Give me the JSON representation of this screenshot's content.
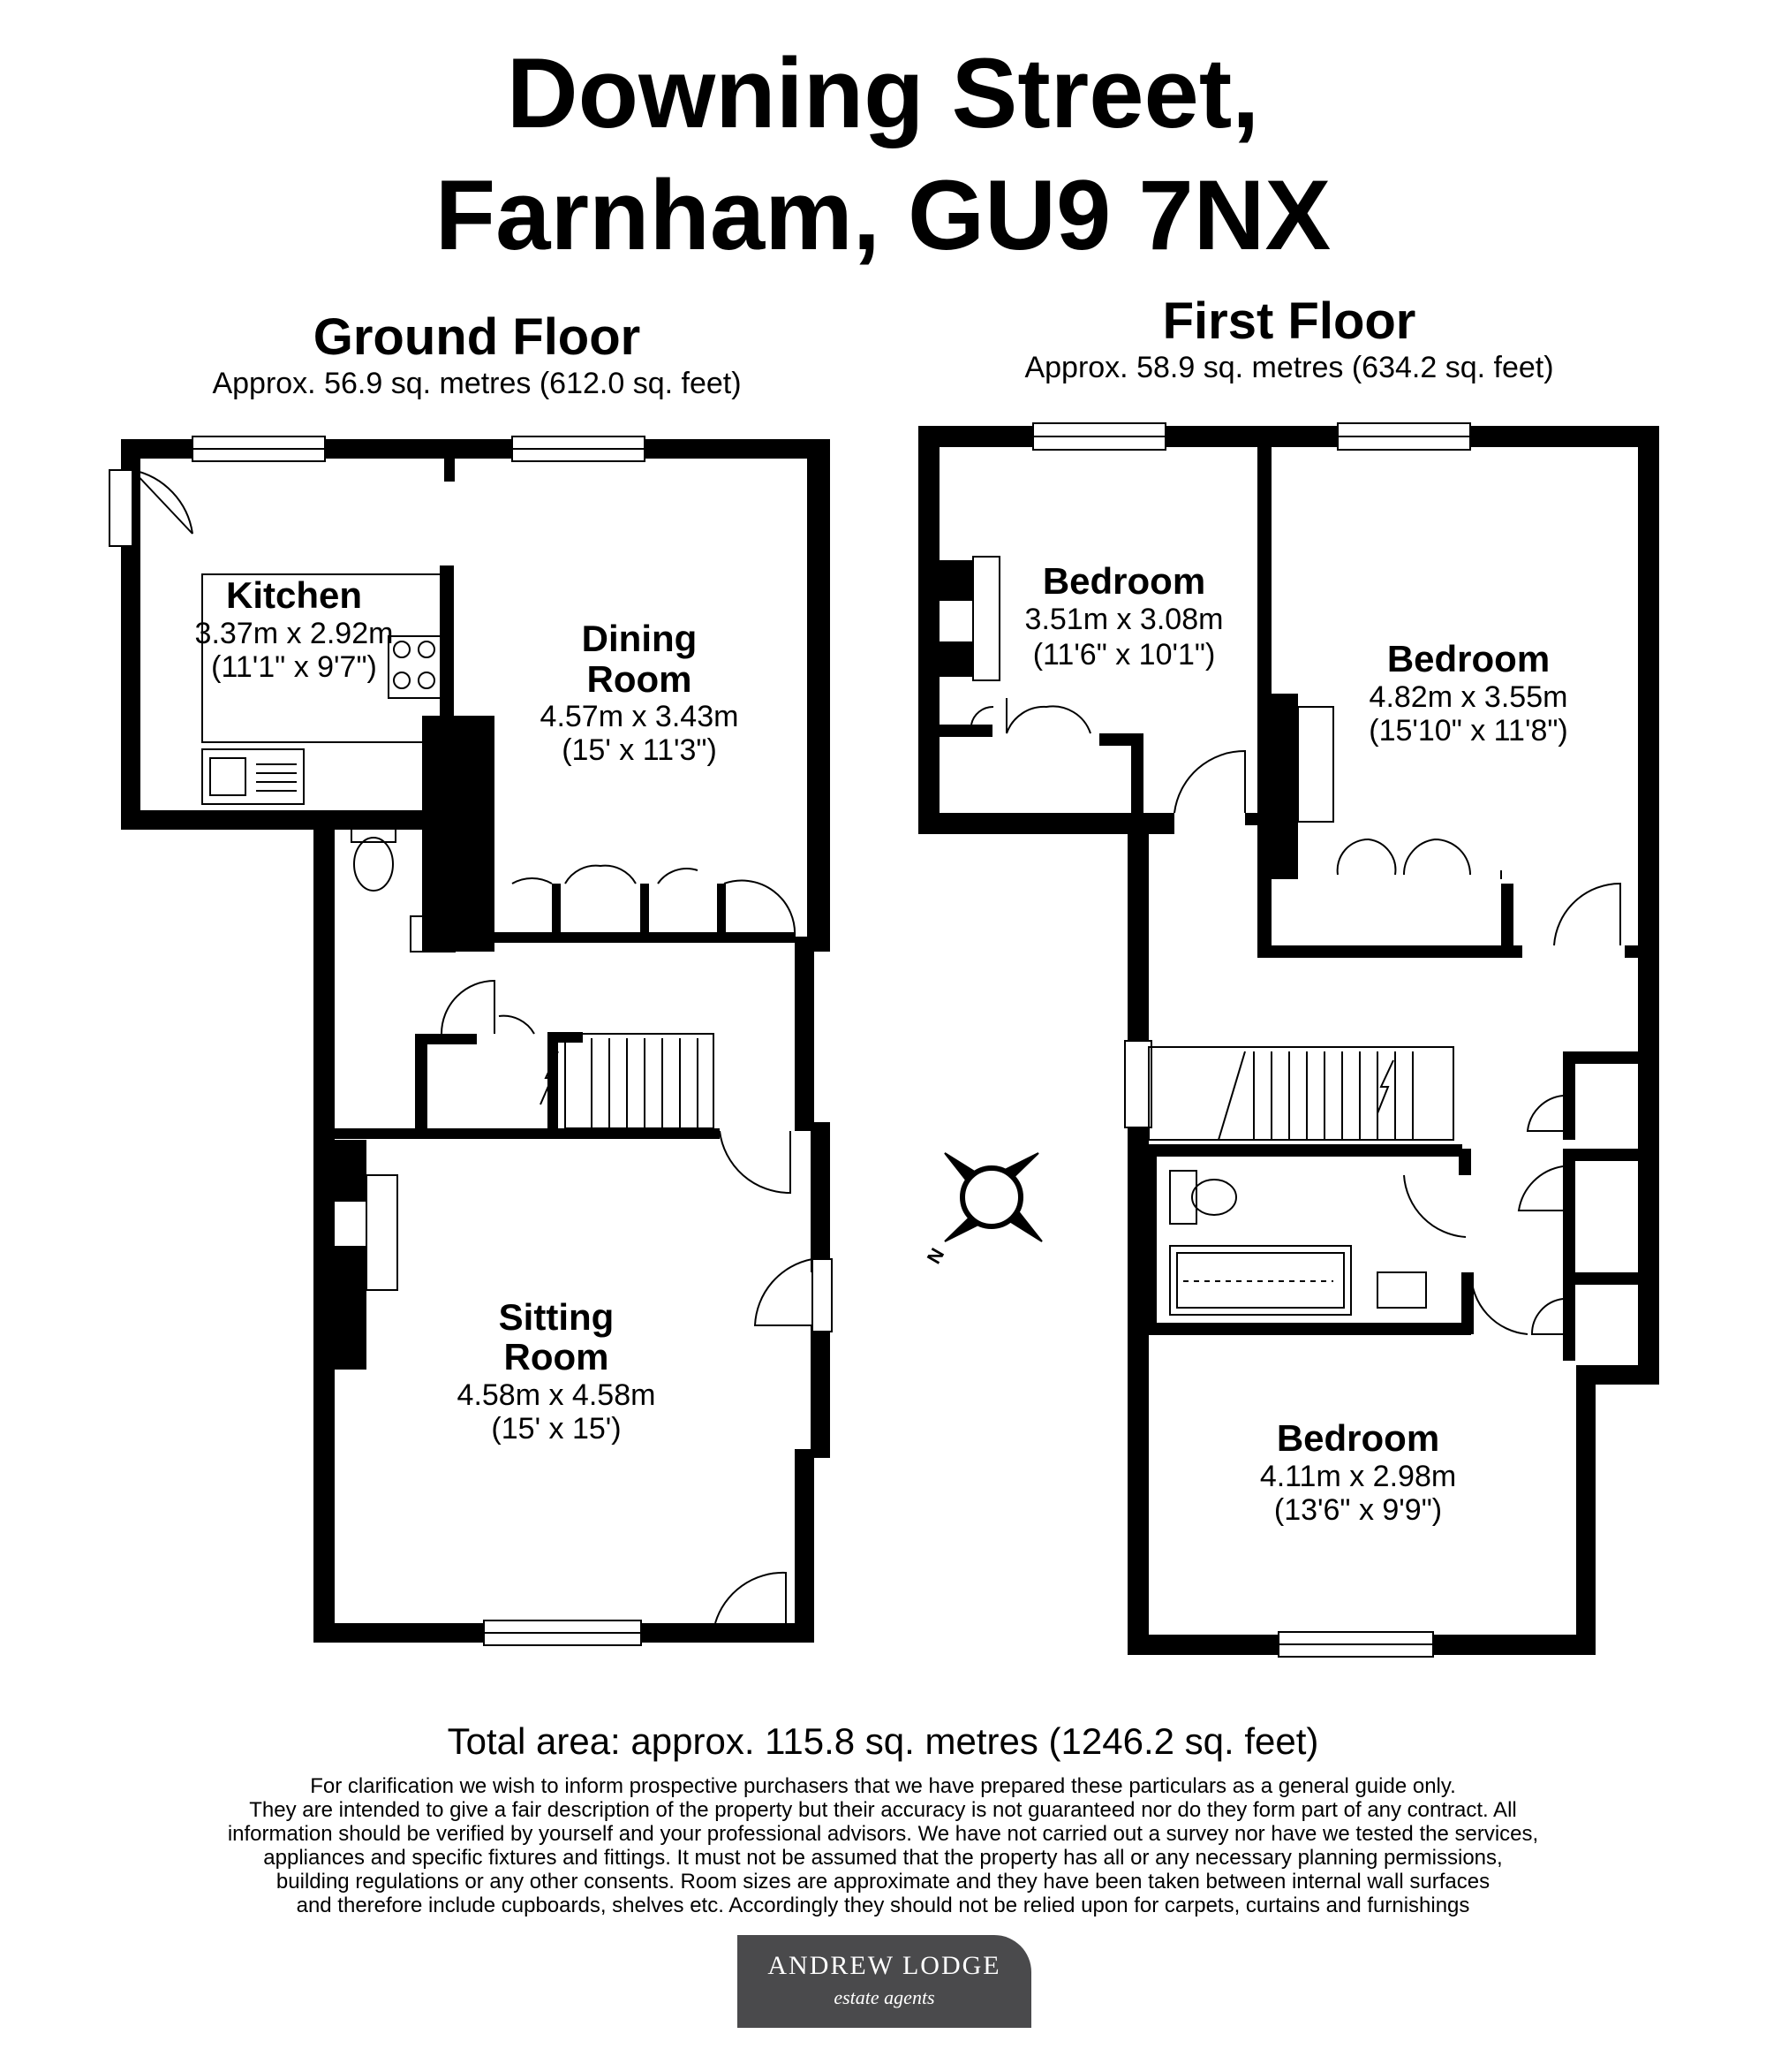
{
  "address": {
    "line1": "Downing Street,",
    "line2": "Farnham, GU9 7NX"
  },
  "ground_floor": {
    "name": "Ground Floor",
    "area": "Approx. 56.9 sq. metres (612.0 sq. feet)",
    "rooms": {
      "kitchen": {
        "name": "Kitchen",
        "metric": "3.37m x 2.92m",
        "imperial": "(11'1\" x 9'7\")"
      },
      "dining": {
        "name_line1": "Dining",
        "name_line2": "Room",
        "metric": "4.57m x 3.43m",
        "imperial": "(15' x 11'3\")"
      },
      "sitting": {
        "name_line1": "Sitting",
        "name_line2": "Room",
        "metric": "4.58m x 4.58m",
        "imperial": "(15' x 15')"
      }
    }
  },
  "first_floor": {
    "name": "First Floor",
    "area": "Approx. 58.9 sq. metres (634.2 sq. feet)",
    "rooms": {
      "bedroom1": {
        "name": "Bedroom",
        "metric": "3.51m x 3.08m",
        "imperial": "(11'6\" x 10'1\")"
      },
      "bedroom2": {
        "name": "Bedroom",
        "metric": "4.82m x 3.55m",
        "imperial": "(15'10\" x 11'8\")"
      },
      "bedroom3": {
        "name": "Bedroom",
        "metric": "4.11m x 2.98m",
        "imperial": "(13'6\" x 9'9\")"
      }
    }
  },
  "compass_label": "N",
  "total_area": "Total area: approx. 115.8 sq. metres (1246.2 sq. feet)",
  "disclaimer": [
    "For clarification we wish to inform prospective purchasers that we have prepared these particulars as a general guide only.",
    "They are intended to give a fair description of the property but their accuracy is not guaranteed nor do they form part of any contract. All",
    "information should be verified by yourself and your professional advisors. We have not carried out a survey nor have we tested the services,",
    "appliances and specific fixtures and fittings. It must not be assumed that the property has all or any necessary planning permissions,",
    "building regulations or any other consents. Room sizes are approximate and they have been taken between internal wall surfaces",
    "and therefore include cupboards, shelves etc. Accordingly they should not be relied upon for carpets, curtains and furnishings"
  ],
  "logo": {
    "name": "ANDREW LODGE",
    "tagline": "estate agents"
  },
  "colors": {
    "wall": "#000000",
    "logo_bg": "#4a4a4c"
  }
}
